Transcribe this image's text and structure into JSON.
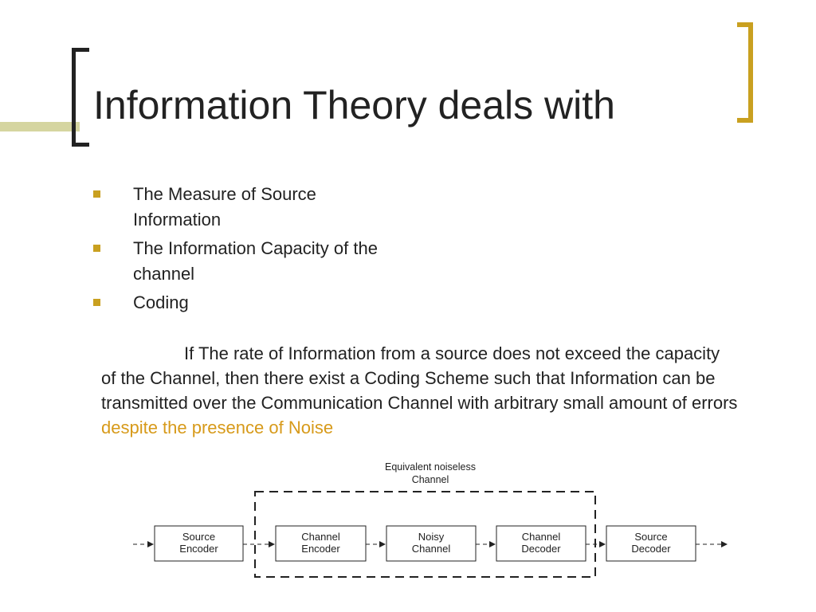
{
  "slide": {
    "title": "Information Theory deals with",
    "accent_color": "#c9a020",
    "highlight_color": "#d79a1a",
    "bullets": [
      "The Measure of Source Information",
      "The Information Capacity of the channel",
      "Coding"
    ],
    "paragraph": {
      "main": "If The rate of Information from a source does not exceed the capacity of the Channel, then there exist a Coding Scheme such that Information can be transmitted over the Communication Channel with arbitrary small amount of errors ",
      "highlight": "despite the presence of Noise"
    }
  },
  "diagram": {
    "group_label": [
      "Equivalent noiseless",
      "Channel"
    ],
    "blocks": [
      [
        "Source",
        "Encoder"
      ],
      [
        "Channel",
        "Encoder"
      ],
      [
        "Noisy",
        "Channel"
      ],
      [
        "Channel",
        "Decoder"
      ],
      [
        "Source",
        "Decoder"
      ]
    ]
  }
}
